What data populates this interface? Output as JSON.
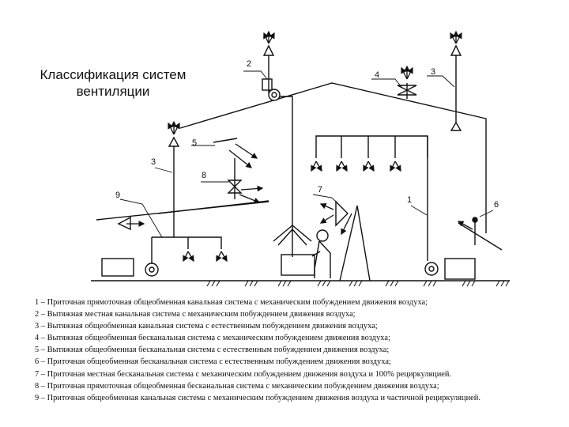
{
  "title": {
    "line1": "Классификация систем",
    "line2": "вентиляции"
  },
  "callouts": {
    "n1": "1",
    "n2": "2",
    "n3a": "3",
    "n3b": "3",
    "n4": "4",
    "n5": "5",
    "n6": "6",
    "n7": "7",
    "n8": "8",
    "n9": "9"
  },
  "legend": [
    "1 – Приточная прямоточная общеобменная канальная система с механическим побуждением движения воздуха;",
    "2 – Вытяжная местная канальная система с механическим побуждением движения воздуха;",
    "3 – Вытяжная общеобменная канальная система с естественным побуждением движения воздуха;",
    "4 – Вытяжная общеобменная бесканальная система с механическим побуждением движения воздуха;",
    "5 – Вытяжная общеобменная бесканальная система с естественным побуждением движения воздуха;",
    "6 – Приточная общеобменная бесканальная система с естественным побуждением движения воздуха;",
    "7 – Приточная местная бесканальная система с механическим побуждением движения воздуха и 100% рециркуляцией.",
    "8 – Приточная прямоточная общеобменная бесканальная система с механическим побуждением движения воздуха;",
    "9 – Приточная общеобменная канальная система с механическим побуждением движения воздуха и частичной рециркуляцией."
  ]
}
